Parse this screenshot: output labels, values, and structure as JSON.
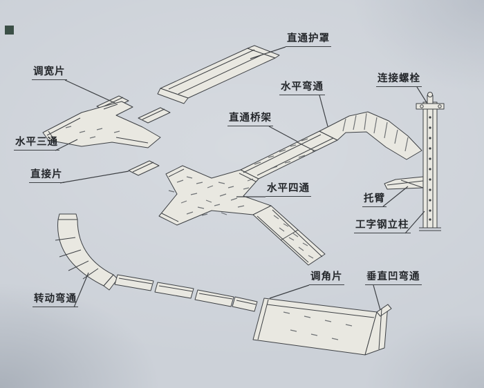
{
  "diagram": {
    "labels": {
      "straight_cover": "直通护罩",
      "width_adjust_piece": "调宽片",
      "horizontal_bend": "水平弯通",
      "connecting_bolt": "连接螺栓",
      "straight_tray": "直通桥架",
      "horizontal_tee": "水平三通",
      "direct_piece": "直接片",
      "horizontal_cross": "水平四通",
      "support_arm": "托臂",
      "i_beam_column": "工字钢立柱",
      "rotating_bend": "转动弯通",
      "angle_adjust_piece": "调角片",
      "vertical_concave_bend": "垂直凹弯通"
    },
    "colors": {
      "background": "#ccd1d8",
      "part_fill": "#e9e8e1",
      "line": "#3c3f43",
      "label_text": "#24272b",
      "speckle": "#585c60"
    }
  }
}
